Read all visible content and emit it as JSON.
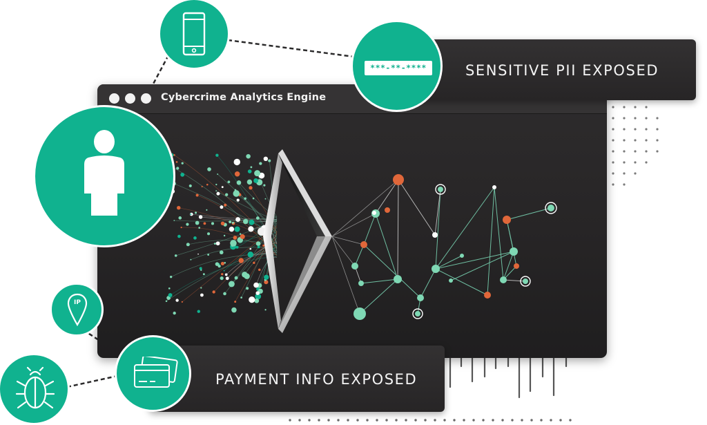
{
  "window": {
    "title": "Cybercrime Analytics Engine",
    "controls": [
      "window-dot",
      "window-dot",
      "window-dot"
    ]
  },
  "callouts": {
    "pii": {
      "label": "SENSITIVE PII EXPOSED",
      "masked_value": "***-**-****"
    },
    "payment": {
      "label": "PAYMENT INFO EXPOSED"
    }
  },
  "icons": {
    "ip_pin": {
      "label": "IP"
    },
    "list": [
      "phone-icon",
      "person-icon",
      "ip-location-icon",
      "bug-icon",
      "credit-card-icon",
      "masked-ssn-icon",
      "prism-icon"
    ]
  },
  "colors": {
    "accent_green": "#10b28f",
    "accent_orange": "#e0673a",
    "window_bg": "#262425",
    "node_light": "#7fd8b4"
  }
}
